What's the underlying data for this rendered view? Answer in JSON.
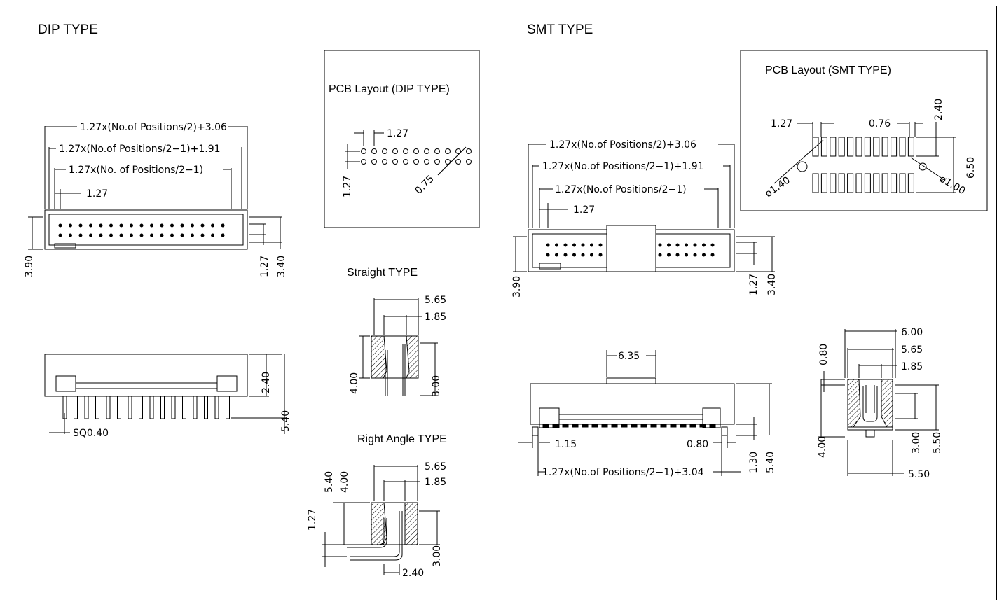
{
  "dip": {
    "title": "DIP TYPE",
    "pcb_title": "PCB Layout (DIP TYPE)",
    "straight_title": "Straight TYPE",
    "right_angle_title": "Right Angle TYPE",
    "dims": {
      "width_total": "1.27x(No.of Positions/2)+3.06",
      "width_mid": "1.27x(No.of Positions/2−1)+1.91",
      "width_pins": "1.27x(No. of Positions/2−1)",
      "pitch": "1.27",
      "height_390": "3.90",
      "row_127": "1.27",
      "height_340": "3.40",
      "side_240": "2.40",
      "side_540": "5.40",
      "pin_sq": "SQ0.40",
      "pcb_pitch": "1.27",
      "pcb_row": "1.27",
      "pcb_hole": "0.75",
      "st_565": "5.65",
      "st_185": "1.85",
      "st_400": "4.00",
      "st_300": "3.00",
      "ra_565": "5.65",
      "ra_185": "1.85",
      "ra_540": "5.40",
      "ra_400": "4.00",
      "ra_127": "1.27",
      "ra_300": "3.00",
      "ra_240": "2.40"
    }
  },
  "smt": {
    "title": "SMT TYPE",
    "pcb_title": "PCB Layout (SMT TYPE)",
    "dims": {
      "pcb_127": "1.27",
      "pcb_076": "0.76",
      "pcb_240": "2.40",
      "pcb_650": "6.50",
      "pcb_140": "ø1.40",
      "pcb_100": "ø1.00",
      "width_total": "1.27x(No.of Positions/2)+3.06",
      "width_mid": "1.27x(No.of Positions/2−1)+1.91",
      "width_pins": "1.27x(No.of Positions/2−1)",
      "pitch": "1.27",
      "height_390": "3.90",
      "row_127": "1.27",
      "height_340": "3.40",
      "cap_635": "6.35",
      "foot_115": "1.15",
      "foot_080": "0.80",
      "foot_total": "1.27x(No.of Positions/2−1)+3.04",
      "side_130": "1.30",
      "side_540": "5.40",
      "e_600": "6.00",
      "e_565": "5.65",
      "e_185": "1.85",
      "e_080": "0.80",
      "e_400": "4.00",
      "e_300": "3.00",
      "e_550v": "5.50",
      "e_550h": "5.50"
    }
  }
}
